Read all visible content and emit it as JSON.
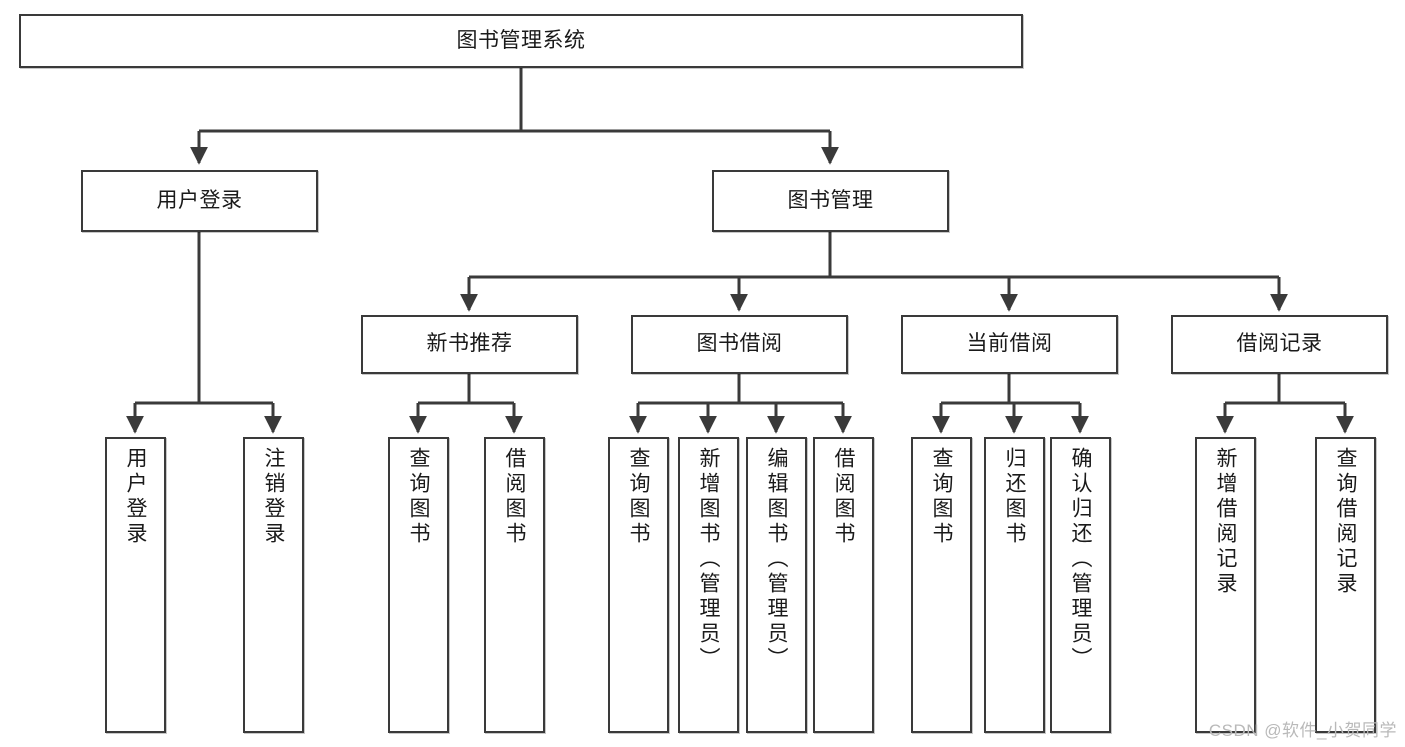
{
  "diagram": {
    "title_node": {
      "label": "图书管理系统"
    },
    "colors": {
      "stroke": "#3a3a3a",
      "fill": "#ffffff",
      "text": "#1a1a1a",
      "watermark": "#b9b9b9"
    },
    "level2": [
      {
        "id": "user-login",
        "label": "用户登录"
      },
      {
        "id": "book-management",
        "label": "图书管理"
      }
    ],
    "level3": [
      {
        "id": "new-book-recommend",
        "label": "新书推荐"
      },
      {
        "id": "book-borrow",
        "label": "图书借阅"
      },
      {
        "id": "current-borrow",
        "label": "当前借阅"
      },
      {
        "id": "borrow-record",
        "label": "借阅记录"
      }
    ],
    "leaves": [
      {
        "id": "leaf-user-login",
        "label": "用户登录",
        "parent": "user-login"
      },
      {
        "id": "leaf-logout-login",
        "label": "注销登录",
        "parent": "user-login"
      },
      {
        "id": "leaf-query-book-1",
        "label": "查询图书",
        "parent": "new-book-recommend"
      },
      {
        "id": "leaf-borrow-book-1",
        "label": "借阅图书",
        "parent": "new-book-recommend"
      },
      {
        "id": "leaf-query-book-2",
        "label": "查询图书",
        "parent": "book-borrow"
      },
      {
        "id": "leaf-add-book-admin",
        "label": "新增图书（管理员）",
        "parent": "book-borrow"
      },
      {
        "id": "leaf-edit-book-admin",
        "label": "编辑图书（管理员）",
        "parent": "book-borrow"
      },
      {
        "id": "leaf-borrow-book-2",
        "label": "借阅图书",
        "parent": "book-borrow"
      },
      {
        "id": "leaf-query-book-3",
        "label": "查询图书",
        "parent": "current-borrow"
      },
      {
        "id": "leaf-return-book",
        "label": "归还图书",
        "parent": "current-borrow"
      },
      {
        "id": "leaf-confirm-return-admin",
        "label": "确认归还（管理员）",
        "parent": "current-borrow"
      },
      {
        "id": "leaf-add-borrow-record",
        "label": "新增借阅记录",
        "parent": "borrow-record"
      },
      {
        "id": "leaf-query-borrow-record",
        "label": "查询借阅记录",
        "parent": "borrow-record"
      }
    ],
    "watermark": "CSDN @软件_小贺同学"
  }
}
